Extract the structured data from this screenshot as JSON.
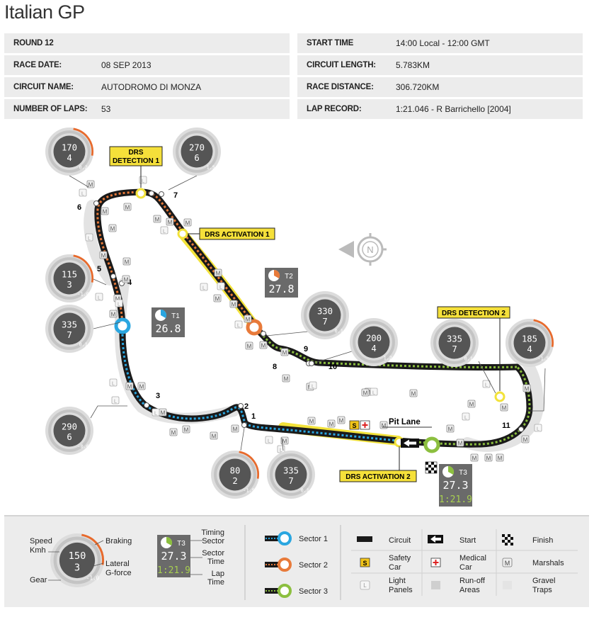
{
  "title": "Italian GP",
  "info_left": [
    {
      "label": "ROUND 12",
      "value": ""
    },
    {
      "label": "RACE DATE:",
      "value": "08 SEP 2013"
    },
    {
      "label": "CIRCUIT NAME:",
      "value": "AUTODROMO DI MONZA"
    },
    {
      "label": "NUMBER OF LAPS:",
      "value": "53"
    }
  ],
  "info_right": [
    {
      "label": "START TIME",
      "value": "14:00 Local - 12:00 GMT"
    },
    {
      "label": "CIRCUIT LENGTH:",
      "value": "5.783KM"
    },
    {
      "label": "RACE DISTANCE:",
      "value": "306.720KM"
    },
    {
      "label": "LAP RECORD:",
      "value": "1:21.046 - R Barrichello [2004]"
    }
  ],
  "gauges": [
    {
      "speed": "170",
      "gear": "4",
      "g": "0.2"
    },
    {
      "speed": "270",
      "gear": "6",
      "g": "1.5"
    },
    {
      "speed": "115",
      "gear": "3",
      "g": "-1.0"
    },
    {
      "speed": "335",
      "gear": "7",
      "g": "0.1"
    },
    {
      "speed": "330",
      "gear": "7",
      "g": "0.1"
    },
    {
      "speed": "200",
      "gear": "4",
      "g": "1.2"
    },
    {
      "speed": "335",
      "gear": "7",
      "g": "0.1"
    },
    {
      "speed": "185",
      "gear": "4",
      "g": "-1.5"
    },
    {
      "speed": "290",
      "gear": "6",
      "g": "-0.6"
    },
    {
      "speed": "80",
      "gear": "2",
      "g": "-1.5"
    },
    {
      "speed": "335",
      "gear": "7",
      "g": "0.1"
    }
  ],
  "turns": [
    "1",
    "2",
    "3",
    "4",
    "5",
    "6",
    "7",
    "8",
    "9",
    "10",
    "11"
  ],
  "sectors": [
    {
      "id": "T1",
      "time": "26.8"
    },
    {
      "id": "T2",
      "time": "27.8"
    },
    {
      "id": "T3",
      "time": "27.3",
      "lap": "1:21.9"
    }
  ],
  "labels": {
    "drs_det1": "DRS DETECTION 1",
    "drs_det1_a": "DRS",
    "drs_det1_b": "DETECTION 1",
    "drs_act1": "DRS ACTIVATION 1",
    "drs_det2": "DRS DETECTION 2",
    "drs_act2": "DRS ACTIVATION 2",
    "pit_lane": "Pit Lane",
    "compass": "N",
    "marshal": "M",
    "light": "L",
    "safety": "S"
  },
  "legend": {
    "speed": "Speed",
    "kmh": "Kmh",
    "gear": "Gear",
    "braking": "Braking",
    "lateral": "Lateral",
    "gforce": "G-force",
    "g_speed": "150",
    "g_gear": "3",
    "g_g": "-1.0",
    "t_id": "T3",
    "t_time": "27.3",
    "t_lap": "1:21.9",
    "timing": "Timing",
    "sector": "Sector",
    "sector2": "Sector",
    "time": "Time",
    "lap": "Lap",
    "time2": "Time",
    "sector1": "Sector 1",
    "sector2l": "Sector 2",
    "sector3": "Sector 3",
    "circuit": "Circuit",
    "start": "Start",
    "finish": "Finish",
    "safety_a": "Safety",
    "safety_b": "Car",
    "medical_a": "Medical",
    "medical_b": "Car",
    "marshals": "Marshals",
    "light_a": "Light",
    "light_b": "Panels",
    "runoff_a": "Run-off",
    "runoff_b": "Areas",
    "gravel_a": "Gravel",
    "gravel_b": "Traps"
  },
  "colors": {
    "sector1": "#2aa6e0",
    "sector2": "#e87a3a",
    "sector3": "#8cbf3f",
    "drs": "#f2e23a",
    "track": "#1a1a1a"
  }
}
